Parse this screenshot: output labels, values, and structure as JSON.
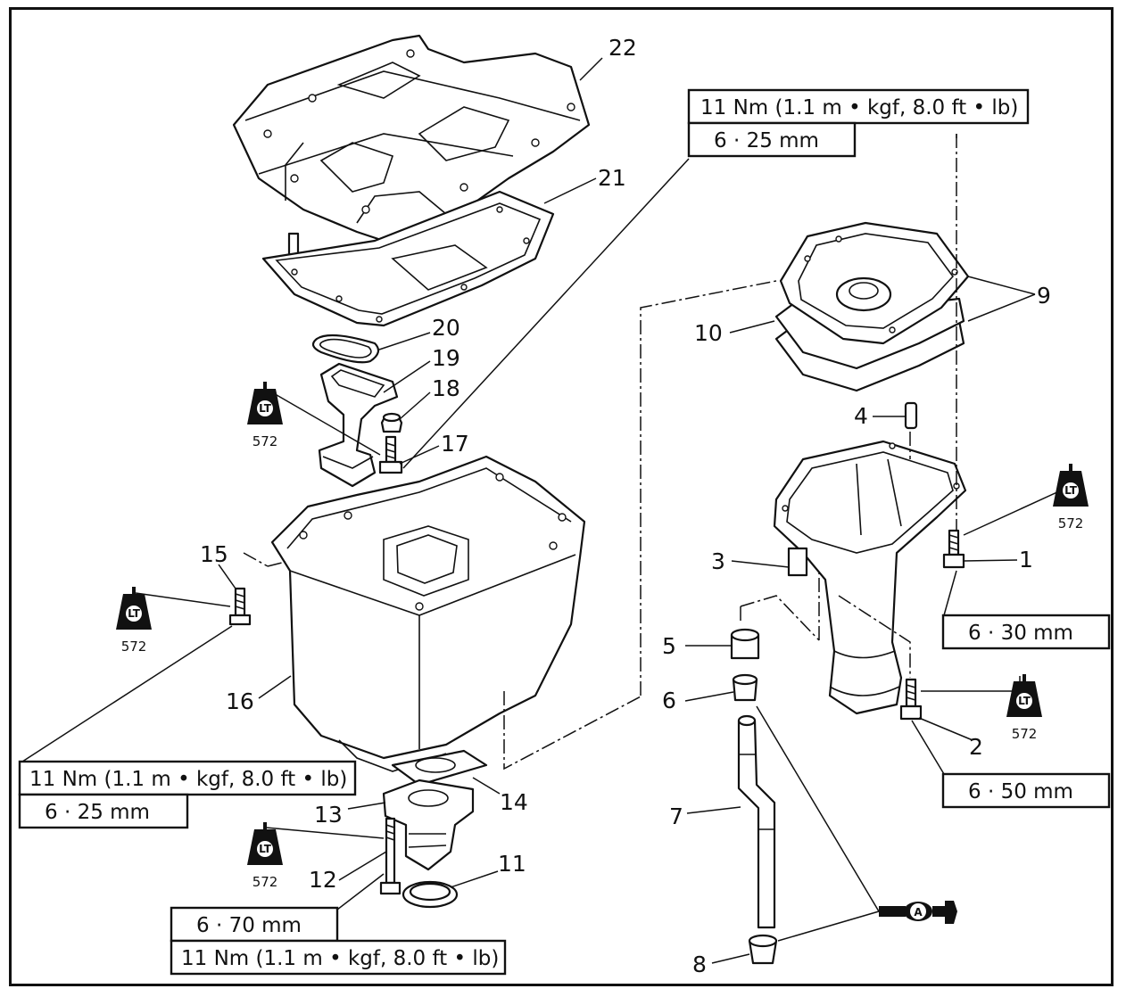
{
  "part_numbers": {
    "p1": "1",
    "p2": "2",
    "p3": "3",
    "p4": "4",
    "p5": "5",
    "p6": "6",
    "p7": "7",
    "p8": "8",
    "p9": "9",
    "p10": "10",
    "p11": "11",
    "p12": "12",
    "p13": "13",
    "p14": "14",
    "p15": "15",
    "p16": "16",
    "p17": "17",
    "p18": "18",
    "p19": "19",
    "p20": "20",
    "p21": "21",
    "p22": "22"
  },
  "torque_spec": "11 Nm (1.1 m • kgf, 8.0 ft • lb)",
  "bolt_specs": {
    "bolt_17": "6 · 25 mm",
    "bolt_15": "6 · 25 mm",
    "bolt_12": "6 · 70 mm",
    "bolt_1": "6 · 30 mm",
    "bolt_2": "6 · 50 mm"
  },
  "locktite": {
    "symbol_text": "LT",
    "code": "572"
  },
  "grease": {
    "symbol_text": "A"
  }
}
